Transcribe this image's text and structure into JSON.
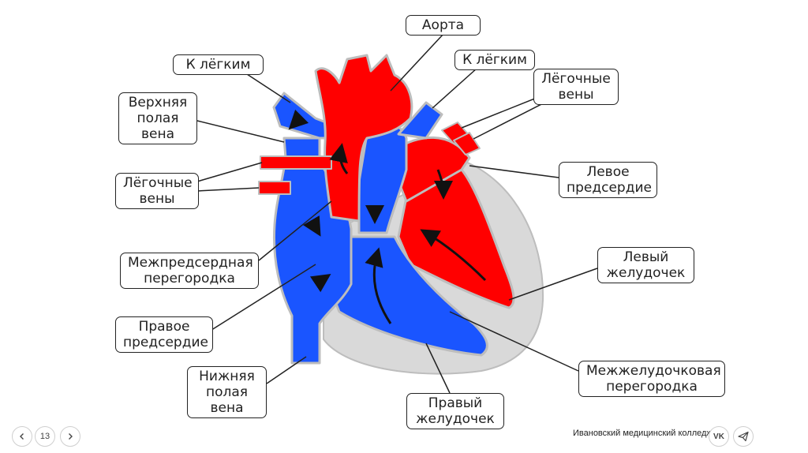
{
  "colors": {
    "oxygenated": "#ff0000",
    "deoxygenated": "#1a55ff",
    "muscle": "#d9d9d9",
    "outline": "#333333"
  },
  "labels": {
    "aorta": "Аорта",
    "to_lungs_left": "К лёгким",
    "to_lungs_right": "К лёгким",
    "pulmonary_veins_right": "Лёгочные\nвены",
    "superior_vena_cava": "Верхняя\nполая\nвена",
    "pulmonary_veins_left": "Лёгочные\nвены",
    "left_atrium": "Левое\nпредсердие",
    "left_ventricle": "Левый\nжелудочек",
    "interatrial_septum": "Межпредсердная\nперегородка",
    "right_atrium": "Правое\nпредсердие",
    "interventricular_septum": "Межжелудочковая\nперегородка",
    "inferior_vena_cava": "Нижняя\nполая\nвена",
    "right_ventricle": "Правый\nжелудочек"
  },
  "footer": {
    "prev_icon": "chevron-left-icon",
    "page_number": "13",
    "next_icon": "chevron-right-icon",
    "college": "Ивановский медицинский колледж",
    "vk": "VK",
    "share_icon": "paper-plane-icon"
  }
}
